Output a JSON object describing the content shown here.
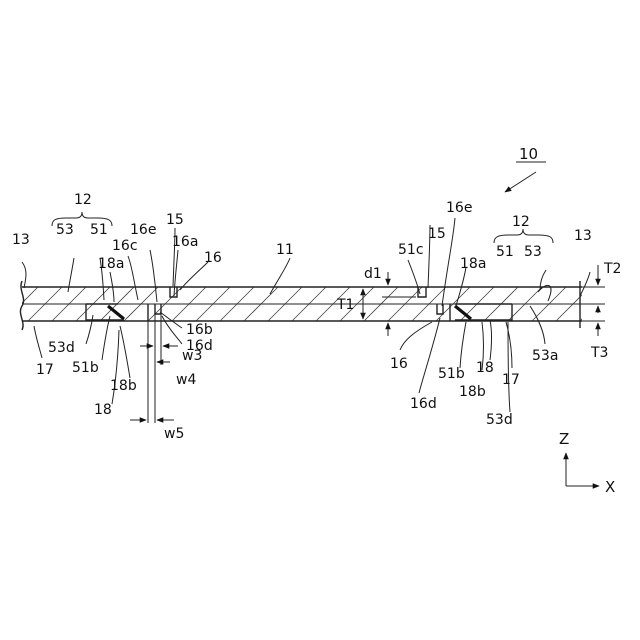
{
  "labels": {
    "fig_ref": "10",
    "l12_left": "12",
    "l53_left": "53",
    "l51_left": "51",
    "l13_left": "13",
    "l18a_left": "18a",
    "l16c_left": "16c",
    "l16e_left": "16e",
    "l15_left": "15",
    "l16a_left": "16a",
    "l16_left": "16",
    "l11": "11",
    "l53d_left": "53d",
    "l17_left": "17",
    "l51b_left": "51b",
    "l18b_left": "18b",
    "l18_left": "18",
    "l16b": "16b",
    "l16d_left": "16d",
    "w3": "w3",
    "w4": "w4",
    "w5": "w5",
    "d1": "d1",
    "T1": "T1",
    "T2": "T2",
    "T3": "T3",
    "l16e_right": "16e",
    "l15_right": "15",
    "l51c": "51c",
    "l12_right": "12",
    "l51_right": "51",
    "l53_right": "53",
    "l13_right": "13",
    "l18a_right": "18a",
    "l16_right": "16",
    "l16d_right": "16d",
    "l51b_right": "51b",
    "l18b_right": "18b",
    "l18_right": "18",
    "l17_right": "17",
    "l53d_right": "53d",
    "l53a": "53a",
    "axis_z": "Z",
    "axis_x": "X"
  }
}
